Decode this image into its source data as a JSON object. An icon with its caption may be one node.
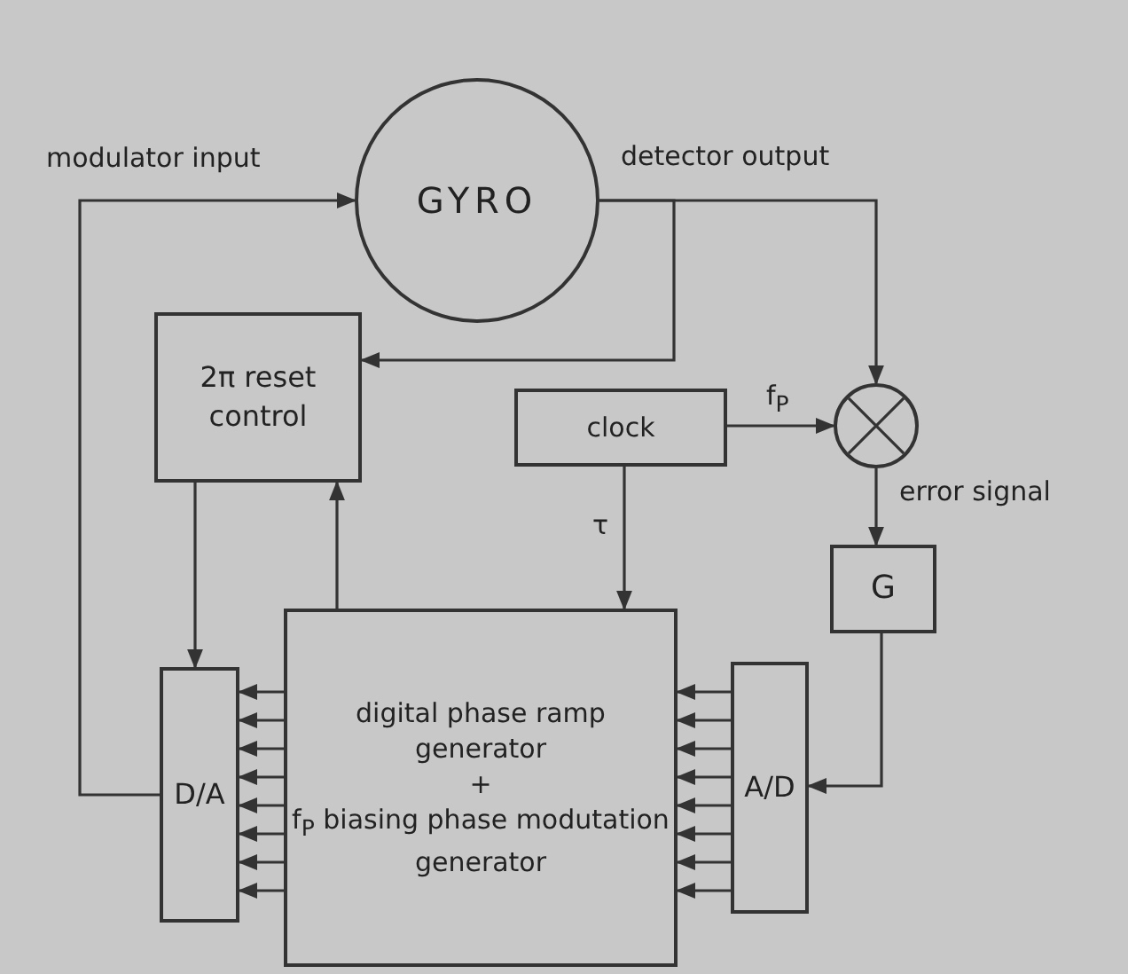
{
  "diagram": {
    "nodes": [
      {
        "text": [
          "GYRO"
        ]
      },
      {
        "text": [
          "2π reset control"
        ]
      },
      {
        "text": [
          "clock"
        ]
      },
      {
        "text": [],
        "shape": "circle"
      },
      {
        "text": [
          "G"
        ]
      },
      {
        "text": [
          "digital phase ramp generator",
          "+",
          "f$_{P}$ biasing phase modutation generator"
        ]
      },
      {
        "text": [
          "D/A"
        ]
      },
      {
        "text": [
          "A/D"
        ]
      }
    ],
    "edges": [
      {
        "from": 6,
        "to": 0,
        "arrow": "to"
      },
      {
        "from": 0,
        "to": 3,
        "arrow": "to"
      },
      {
        "from": 0,
        "to": 1,
        "arrow": "to"
      },
      {
        "from": 2,
        "to": 3,
        "arrow": "to",
        "label": "f$_{P}$"
      },
      {
        "from": 3,
        "to": 4,
        "arrow": "to",
        "label": "error signal"
      },
      {
        "from": 4,
        "to": 7,
        "arrow": "to"
      },
      {
        "from": 2,
        "to": 5,
        "arrow": "to",
        "label": "τ"
      },
      {
        "from": 1,
        "to": 6,
        "arrow": "to"
      },
      {
        "from": 5,
        "to": 1,
        "arrow": "to"
      },
      {
        "from": 7,
        "to": 5,
        "arrow": "to"
      },
      {
        "from": 7,
        "to": 5,
        "arrow": "to"
      },
      {
        "from": 7,
        "to": 5,
        "arrow": "to"
      },
      {
        "from": 7,
        "to": 5,
        "arrow": "to"
      },
      {
        "from": 7,
        "to": 5,
        "arrow": "to"
      },
      {
        "from": 7,
        "to": 5,
        "arrow": "to"
      },
      {
        "from": 7,
        "to": 5,
        "arrow": "to"
      },
      {
        "from": 7,
        "to": 5,
        "arrow": "to"
      },
      {
        "from": 5,
        "to": 6,
        "arrow": "to"
      },
      {
        "from": 5,
        "to": 6,
        "arrow": "to"
      },
      {
        "from": 5,
        "to": 6,
        "arrow": "to"
      },
      {
        "from": 5,
        "to": 6,
        "arrow": "to"
      },
      {
        "from": 5,
        "to": 6,
        "arrow": "to"
      },
      {
        "from": 5,
        "to": 6,
        "arrow": "to"
      },
      {
        "from": 5,
        "to": 6,
        "arrow": "to"
      },
      {
        "from": 5,
        "to": 6,
        "arrow": "to"
      }
    ],
    "labels": [
      "modulator input",
      "detector output"
    ]
  }
}
